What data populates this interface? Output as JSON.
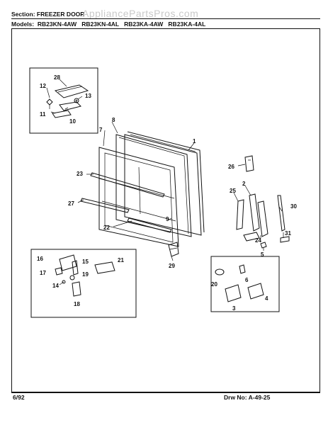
{
  "header": {
    "section_label": "Section:",
    "section_value": "FREEZER DOOR",
    "models_label": "Models:",
    "models": [
      "RB23KN-4AW",
      "RB23KN-4AL",
      "RB23KA-4AW",
      "RB23KA-4AL"
    ]
  },
  "watermark": "AppliancePartsPros.com",
  "footer": {
    "date": "6/92",
    "drawing_label": "Drw No:",
    "drawing_number": "A-49-25"
  },
  "callouts": [
    "1",
    "2",
    "3",
    "4",
    "5",
    "6",
    "7",
    "8",
    "9",
    "10",
    "11",
    "12",
    "13",
    "14",
    "15",
    "16",
    "17",
    "18",
    "19",
    "20",
    "21",
    "22",
    "23",
    "24",
    "25",
    "26",
    "27",
    "28",
    "29",
    "30",
    "31"
  ]
}
